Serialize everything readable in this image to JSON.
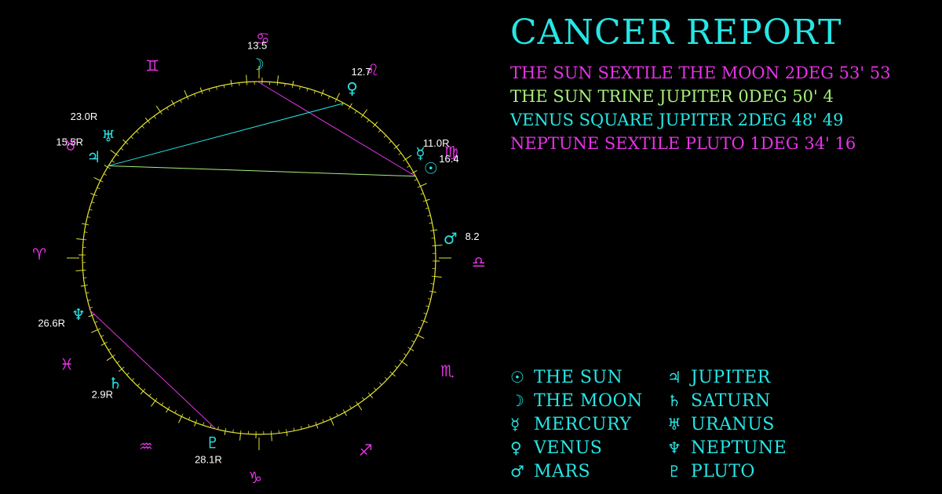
{
  "title": "CANCER REPORT",
  "colors": {
    "background": "#000000",
    "wheel": "#e6e633",
    "accent_cyan": "#26e6e6",
    "accent_magenta": "#e633e6",
    "accent_green": "#a6f07a",
    "degree_text": "#ffffff"
  },
  "aspects": [
    {
      "text": "THE SUN SEXTILE THE MOON 2DEG 53' 53",
      "color": "#e633e6"
    },
    {
      "text": "THE SUN TRINE JUPITER 0DEG 50' 4",
      "color": "#a6f07a"
    },
    {
      "text": "VENUS SQUARE JUPITER 2DEG 48' 49",
      "color": "#26e6e6"
    },
    {
      "text": "NEPTUNE SEXTILE PLUTO 1DEG 34' 16",
      "color": "#e633e6"
    }
  ],
  "legend": [
    {
      "glyph": "☉",
      "label": "THE SUN",
      "icon": "sun-icon"
    },
    {
      "glyph": "☽",
      "label": "THE MOON",
      "icon": "moon-icon"
    },
    {
      "glyph": "☿",
      "label": "MERCURY",
      "icon": "mercury-icon"
    },
    {
      "glyph": "♀",
      "label": "VENUS",
      "icon": "venus-icon"
    },
    {
      "glyph": "♂",
      "label": "MARS",
      "icon": "mars-icon"
    },
    {
      "glyph": "♃",
      "label": "JUPITER",
      "icon": "jupiter-icon"
    },
    {
      "glyph": "♄",
      "label": "SATURN",
      "icon": "saturn-icon"
    },
    {
      "glyph": "♅",
      "label": "URANUS",
      "icon": "uranus-icon"
    },
    {
      "glyph": "♆",
      "label": "NEPTUNE",
      "icon": "neptune-icon"
    },
    {
      "glyph": "♇",
      "label": "PLUTO",
      "icon": "pluto-icon"
    }
  ],
  "chart": {
    "zodiac": [
      {
        "glyph": "♈",
        "name": "aries-icon"
      },
      {
        "glyph": "♉",
        "name": "taurus-icon"
      },
      {
        "glyph": "♊",
        "name": "gemini-icon"
      },
      {
        "glyph": "♋",
        "name": "cancer-icon"
      },
      {
        "glyph": "♌",
        "name": "leo-icon"
      },
      {
        "glyph": "♍",
        "name": "virgo-icon"
      },
      {
        "glyph": "♎",
        "name": "libra-icon"
      },
      {
        "glyph": "♏",
        "name": "scorpio-icon"
      },
      {
        "glyph": "♐",
        "name": "sagittarius-icon"
      },
      {
        "glyph": "♑",
        "name": "capricorn-icon"
      },
      {
        "glyph": "♒",
        "name": "aquarius-icon"
      },
      {
        "glyph": "♓",
        "name": "pisces-icon"
      }
    ],
    "planets": [
      {
        "key": "sun",
        "glyph": "☉",
        "sign_index": 5,
        "degree": 16.4,
        "label": "16.4"
      },
      {
        "key": "mercury",
        "glyph": "☿",
        "sign_index": 5,
        "degree": 11.0,
        "label": "11.0R"
      },
      {
        "key": "venus",
        "glyph": "♀",
        "sign_index": 4,
        "degree": 12.7,
        "label": "12.7"
      },
      {
        "key": "moon",
        "glyph": "☽",
        "sign_index": 3,
        "degree": 13.5,
        "label": "13.5"
      },
      {
        "key": "mars",
        "glyph": "♂",
        "sign_index": 6,
        "degree": 8.2,
        "label": "8.2"
      },
      {
        "key": "jupiter",
        "glyph": "♃",
        "sign_index": 1,
        "degree": 15.5,
        "label": "15.5R"
      },
      {
        "key": "uranus",
        "glyph": "♅",
        "sign_index": 1,
        "degree": 23.0,
        "label": "23.0R"
      },
      {
        "key": "saturn",
        "glyph": "♄",
        "sign_index": 11,
        "degree": 2.9,
        "label": "2.9R"
      },
      {
        "key": "neptune",
        "glyph": "♆",
        "sign_index": 11,
        "degree": 26.6,
        "label": "26.6R"
      },
      {
        "key": "pluto",
        "glyph": "♇",
        "sign_index": 9,
        "degree": 28.1,
        "label": "28.1R"
      }
    ],
    "aspect_lines": [
      {
        "from": "sun",
        "to": "moon",
        "color": "#e633e6"
      },
      {
        "from": "sun",
        "to": "jupiter",
        "color": "#a6f07a"
      },
      {
        "from": "venus",
        "to": "jupiter",
        "color": "#26e6e6"
      },
      {
        "from": "neptune",
        "to": "pluto",
        "color": "#e633e6"
      }
    ]
  }
}
